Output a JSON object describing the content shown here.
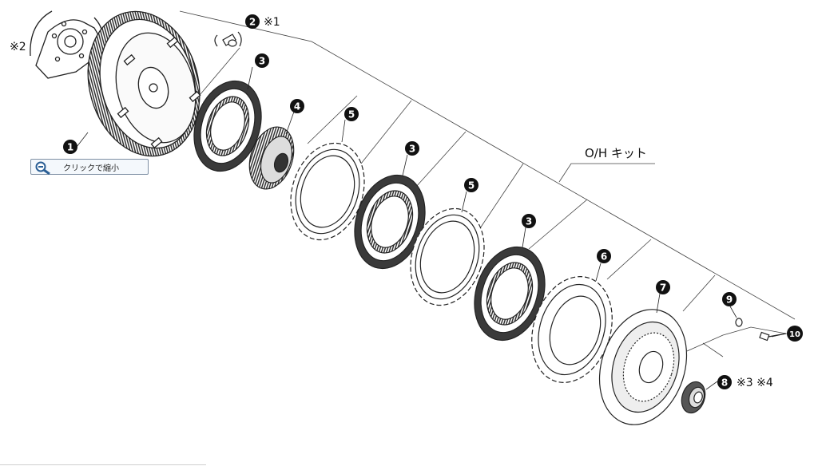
{
  "diagram": {
    "kit_label": "O/H キット",
    "zoom_button": {
      "label": "クリックで縮小",
      "icon": "zoom-out-icon"
    },
    "callouts": [
      {
        "id": "1",
        "part": "flywheel"
      },
      {
        "id": "2",
        "part": "bolt",
        "note": "※1"
      },
      {
        "id": "3",
        "part": "clutch-disc"
      },
      {
        "id": "4",
        "part": "hub"
      },
      {
        "id": "5",
        "part": "plate"
      },
      {
        "id": "6",
        "part": "plate-outer"
      },
      {
        "id": "7",
        "part": "pressure-cover"
      },
      {
        "id": "8",
        "part": "bearing",
        "note": "※3 ※4"
      },
      {
        "id": "9",
        "part": "washer"
      },
      {
        "id": "10",
        "part": "screw"
      }
    ],
    "side_note": "※2"
  }
}
